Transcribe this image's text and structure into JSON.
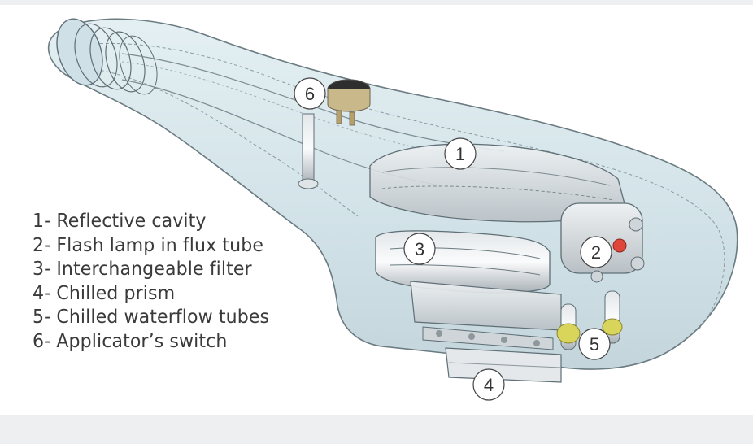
{
  "legend": [
    {
      "num": "1",
      "text": "1- Reflective cavity"
    },
    {
      "num": "2",
      "text": "2- Flash lamp in flux tube"
    },
    {
      "num": "3",
      "text": "3- Interchangeable filter"
    },
    {
      "num": "4",
      "text": "4- Chilled prism"
    },
    {
      "num": "5",
      "text": "5- Chilled waterflow tubes"
    },
    {
      "num": "6",
      "text": "6- Applicator’s switch"
    }
  ],
  "callouts": {
    "c1": "1",
    "c2": "2",
    "c3": "3",
    "c4": "4",
    "c5": "5",
    "c6": "6"
  },
  "colors": {
    "shell_fill": "#c9dfe6",
    "shell_stroke": "#6b7b82",
    "part_metal": "#d9dde0",
    "accent_yellow": "#d9d45a",
    "accent_red": "#e0453a"
  }
}
